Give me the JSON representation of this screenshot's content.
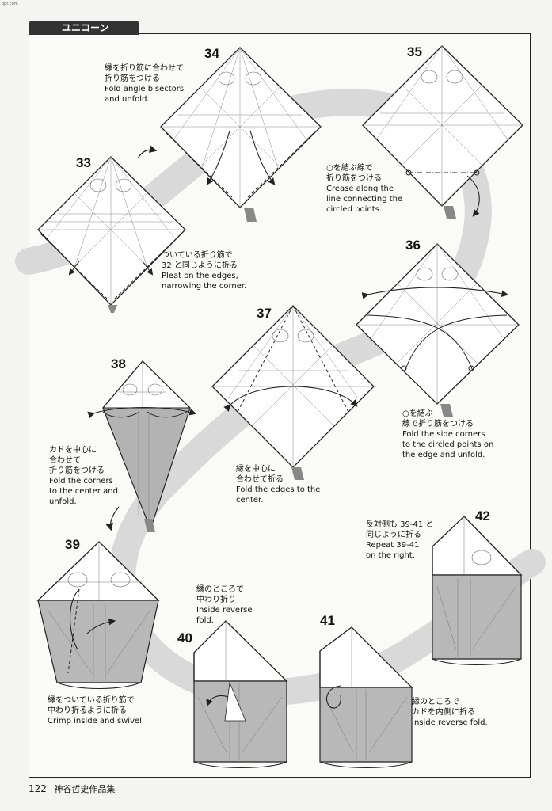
{
  "corner_mark": "ppt.com",
  "header": {
    "tab_label": "ユニコーン"
  },
  "footer": {
    "page_number": "122",
    "book_title": "神谷哲史作品集"
  },
  "steps": [
    {
      "num": "33"
    },
    {
      "num": "34"
    },
    {
      "num": "35"
    },
    {
      "num": "36"
    },
    {
      "num": "37"
    },
    {
      "num": "38"
    },
    {
      "num": "39"
    },
    {
      "num": "40"
    },
    {
      "num": "41"
    },
    {
      "num": "42"
    }
  ],
  "captions": {
    "c34": {
      "jp1": "縁を折り筋に合わせて",
      "jp2": "折り筋をつける",
      "en1": "Fold angle bisectors",
      "en2": "and unfold."
    },
    "c35": {
      "jp1": "○を結ぶ線で",
      "jp2": "折り筋をつける",
      "en1": "Crease along the",
      "en2": "line connecting the",
      "en3": "circled points."
    },
    "c33": {
      "jp1": "ついている折り筋で",
      "jp2": "32 と同じように折る",
      "en1": "Pleat on the edges,",
      "en2": "narrowing the corner."
    },
    "c36": {
      "jp1": "○を結ぶ",
      "jp2": "線で折り筋をつける",
      "en1": "Fold the side corners",
      "en2": "to the circled points on",
      "en3": "the edge and unfold."
    },
    "c38": {
      "jp1": "カドを中心に",
      "jp2": "合わせて",
      "jp3": "折り筋をつける",
      "en1": "Fold the corners",
      "en2": "to the center and",
      "en3": "unfold."
    },
    "c37": {
      "jp1": "縁を中心に",
      "jp2": "合わせて折る",
      "en1": "Fold the edges to the",
      "en2": "center."
    },
    "c42": {
      "jp1": "反対側も 39-41 と",
      "jp2": "同じように折る",
      "en1": "Repeat 39-41",
      "en2": "on the right."
    },
    "c40": {
      "jp1": "縁のところで",
      "jp2": "中わり折り",
      "en1": "Inside reverse",
      "en2": "fold."
    },
    "c39": {
      "jp1": "縁をついている折り筋で",
      "jp2": "中わり折るように折る",
      "en1": "Crimp inside and swivel."
    },
    "c41": {
      "jp1": "縁のところで",
      "jp2": "カドを内側に折る",
      "en1": "Inside reverse fold."
    }
  }
}
